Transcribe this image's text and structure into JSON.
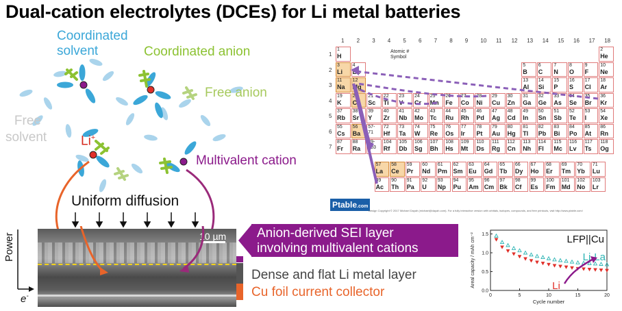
{
  "title": "Dual-cation electrolytes (DCEs) for Li metal batteries",
  "left_diagram": {
    "coordinated_solvent": [
      "Coordinated",
      "solvent"
    ],
    "coordinated_anion": "Coordinated anion",
    "free_anion": "Free anion",
    "free_solvent": [
      "Free",
      "solvent"
    ],
    "li_ion": "Li",
    "li_charge": "+",
    "multivalent_cation": "Multivalent cation",
    "uniform_diffusion": "Uniform diffusion",
    "scale_bar": "10 µm",
    "power_label": "Power",
    "electron_label": "e",
    "electron_charge": "-"
  },
  "layers": {
    "sei": [
      "Anion-derived SEI layer",
      "involving multivalent cations"
    ],
    "li_layer": "Dense and flat Li metal layer",
    "cu_layer": "Cu foil current collector"
  },
  "periodic_table": {
    "group_numbers": [
      "1",
      "2",
      "3",
      "4",
      "5",
      "6",
      "7",
      "8",
      "9",
      "10",
      "11",
      "12",
      "13",
      "14",
      "15",
      "16",
      "17",
      "18"
    ],
    "period_numbers": [
      "1",
      "2",
      "3",
      "4",
      "5",
      "6",
      "7"
    ],
    "legend_atomic": "Atomic #",
    "legend_symbol": "Symbol",
    "brand": "Ptable",
    "brand_sub": ".com",
    "footer": "Design Copyright © 2017 Michael Dayah (michael@dayah.com). For a fully interactive version with orbitals, isotopes, compounds, and free printouts, visit http://www.ptable.com/",
    "rows": [
      [
        [
          "1",
          "H"
        ],
        null,
        null,
        null,
        null,
        null,
        null,
        null,
        null,
        null,
        null,
        null,
        null,
        null,
        null,
        null,
        null,
        [
          "2",
          "He"
        ]
      ],
      [
        [
          "3",
          "Li"
        ],
        [
          "4",
          "Be"
        ],
        null,
        null,
        null,
        null,
        null,
        null,
        null,
        null,
        null,
        null,
        [
          "5",
          "B"
        ],
        [
          "6",
          "C"
        ],
        [
          "7",
          "N"
        ],
        [
          "8",
          "O"
        ],
        [
          "9",
          "F"
        ],
        [
          "10",
          "Ne"
        ]
      ],
      [
        [
          "11",
          "Na"
        ],
        [
          "12",
          "Mg"
        ],
        null,
        null,
        null,
        null,
        null,
        null,
        null,
        null,
        null,
        null,
        [
          "13",
          "Al"
        ],
        [
          "14",
          "Si"
        ],
        [
          "15",
          "P"
        ],
        [
          "16",
          "S"
        ],
        [
          "17",
          "Cl"
        ],
        [
          "18",
          "Ar"
        ]
      ],
      [
        [
          "19",
          "K"
        ],
        [
          "20",
          "Ca"
        ],
        [
          "21",
          "Sc"
        ],
        [
          "22",
          "Ti"
        ],
        [
          "23",
          "V"
        ],
        [
          "24",
          "Cr"
        ],
        [
          "25",
          "Mn"
        ],
        [
          "26",
          "Fe"
        ],
        [
          "27",
          "Co"
        ],
        [
          "28",
          "Ni"
        ],
        [
          "29",
          "Cu"
        ],
        [
          "30",
          "Zn"
        ],
        [
          "31",
          "Ga"
        ],
        [
          "32",
          "Ge"
        ],
        [
          "33",
          "As"
        ],
        [
          "34",
          "Se"
        ],
        [
          "35",
          "Br"
        ],
        [
          "36",
          "Kr"
        ]
      ],
      [
        [
          "37",
          "Rb"
        ],
        [
          "38",
          "Sr"
        ],
        [
          "39",
          "Y"
        ],
        [
          "40",
          "Zr"
        ],
        [
          "41",
          "Nb"
        ],
        [
          "42",
          "Mo"
        ],
        [
          "43",
          "Tc"
        ],
        [
          "44",
          "Ru"
        ],
        [
          "45",
          "Rh"
        ],
        [
          "46",
          "Pd"
        ],
        [
          "47",
          "Ag"
        ],
        [
          "48",
          "Cd"
        ],
        [
          "49",
          "In"
        ],
        [
          "50",
          "Sn"
        ],
        [
          "51",
          "Sb"
        ],
        [
          "52",
          "Te"
        ],
        [
          "53",
          "I"
        ],
        [
          "54",
          "Xe"
        ]
      ],
      [
        [
          "55",
          "Cs"
        ],
        [
          "56",
          "Ba"
        ],
        [
          "57-71",
          ""
        ],
        [
          "72",
          "Hf"
        ],
        [
          "73",
          "Ta"
        ],
        [
          "74",
          "W"
        ],
        [
          "75",
          "Re"
        ],
        [
          "76",
          "Os"
        ],
        [
          "77",
          "Ir"
        ],
        [
          "78",
          "Pt"
        ],
        [
          "79",
          "Au"
        ],
        [
          "80",
          "Hg"
        ],
        [
          "81",
          "Tl"
        ],
        [
          "82",
          "Pb"
        ],
        [
          "83",
          "Bi"
        ],
        [
          "84",
          "Po"
        ],
        [
          "85",
          "At"
        ],
        [
          "86",
          "Rn"
        ]
      ],
      [
        [
          "87",
          "Fr"
        ],
        [
          "88",
          "Ra"
        ],
        [
          "89-103",
          ""
        ],
        [
          "104",
          "Rf"
        ],
        [
          "105",
          "Db"
        ],
        [
          "106",
          "Sg"
        ],
        [
          "107",
          "Bh"
        ],
        [
          "108",
          "Hs"
        ],
        [
          "109",
          "Mt"
        ],
        [
          "110",
          "Ds"
        ],
        [
          "111",
          "Rg"
        ],
        [
          "112",
          "Cn"
        ],
        [
          "113",
          "Nh"
        ],
        [
          "114",
          "Fl"
        ],
        [
          "115",
          "Mc"
        ],
        [
          "116",
          "Lv"
        ],
        [
          "117",
          "Ts"
        ],
        [
          "118",
          "Og"
        ]
      ]
    ],
    "lanthanides": [
      [
        "57",
        "La"
      ],
      [
        "58",
        "Ce"
      ],
      [
        "59",
        "Pr"
      ],
      [
        "60",
        "Nd"
      ],
      [
        "61",
        "Pm"
      ],
      [
        "62",
        "Sm"
      ],
      [
        "63",
        "Eu"
      ],
      [
        "64",
        "Gd"
      ],
      [
        "65",
        "Tb"
      ],
      [
        "66",
        "Dy"
      ],
      [
        "67",
        "Ho"
      ],
      [
        "68",
        "Er"
      ],
      [
        "69",
        "Tm"
      ],
      [
        "70",
        "Yb"
      ],
      [
        "71",
        "Lu"
      ]
    ],
    "actinides": [
      [
        "89",
        "Ac"
      ],
      [
        "90",
        "Th"
      ],
      [
        "91",
        "Pa"
      ],
      [
        "92",
        "U"
      ],
      [
        "93",
        "Np"
      ],
      [
        "94",
        "Pu"
      ],
      [
        "95",
        "Am"
      ],
      [
        "96",
        "Cm"
      ],
      [
        "97",
        "Bk"
      ],
      [
        "98",
        "Cf"
      ],
      [
        "99",
        "Es"
      ],
      [
        "100",
        "Fm"
      ],
      [
        "101",
        "Md"
      ],
      [
        "102",
        "No"
      ],
      [
        "103",
        "Lr"
      ]
    ],
    "highlighted": [
      "Li",
      "Na",
      "Mg",
      "Ca",
      "Ba",
      "La",
      "Ce"
    ]
  },
  "chart_data": {
    "type": "scatter",
    "title": "LFP||Cu",
    "xlabel": "Cycle number",
    "ylabel": "Areal capacity / mAh cm⁻²",
    "xlim": [
      0,
      20
    ],
    "ylim": [
      0,
      1.6
    ],
    "xticks": [
      "0",
      "5",
      "10",
      "15",
      "20"
    ],
    "yticks": [
      "0.0",
      "0.5",
      "1.0",
      "1.5"
    ],
    "series": [
      {
        "name": "Li-La",
        "color": "#2bb3b3",
        "x": [
          1,
          2,
          3,
          4,
          5,
          6,
          7,
          8,
          9,
          10,
          11,
          12,
          13,
          14,
          15,
          16,
          17,
          18,
          19,
          20
        ],
        "y": [
          1.45,
          1.28,
          1.2,
          1.12,
          1.06,
          1.0,
          0.95,
          0.91,
          0.88,
          0.85,
          0.82,
          0.8,
          0.78,
          0.76,
          0.74,
          0.73,
          0.72,
          0.71,
          0.7,
          0.69
        ]
      },
      {
        "name": "Li",
        "color": "#e0302a",
        "x": [
          1,
          2,
          3,
          4,
          5,
          6,
          7,
          8,
          9,
          10,
          11,
          12,
          13,
          14,
          15,
          16,
          17,
          18,
          19,
          20
        ],
        "y": [
          1.35,
          1.15,
          1.05,
          0.97,
          0.9,
          0.84,
          0.79,
          0.75,
          0.72,
          0.69,
          0.66,
          0.64,
          0.62,
          0.6,
          0.58,
          0.57,
          0.56,
          0.55,
          0.54,
          0.53
        ]
      }
    ]
  }
}
